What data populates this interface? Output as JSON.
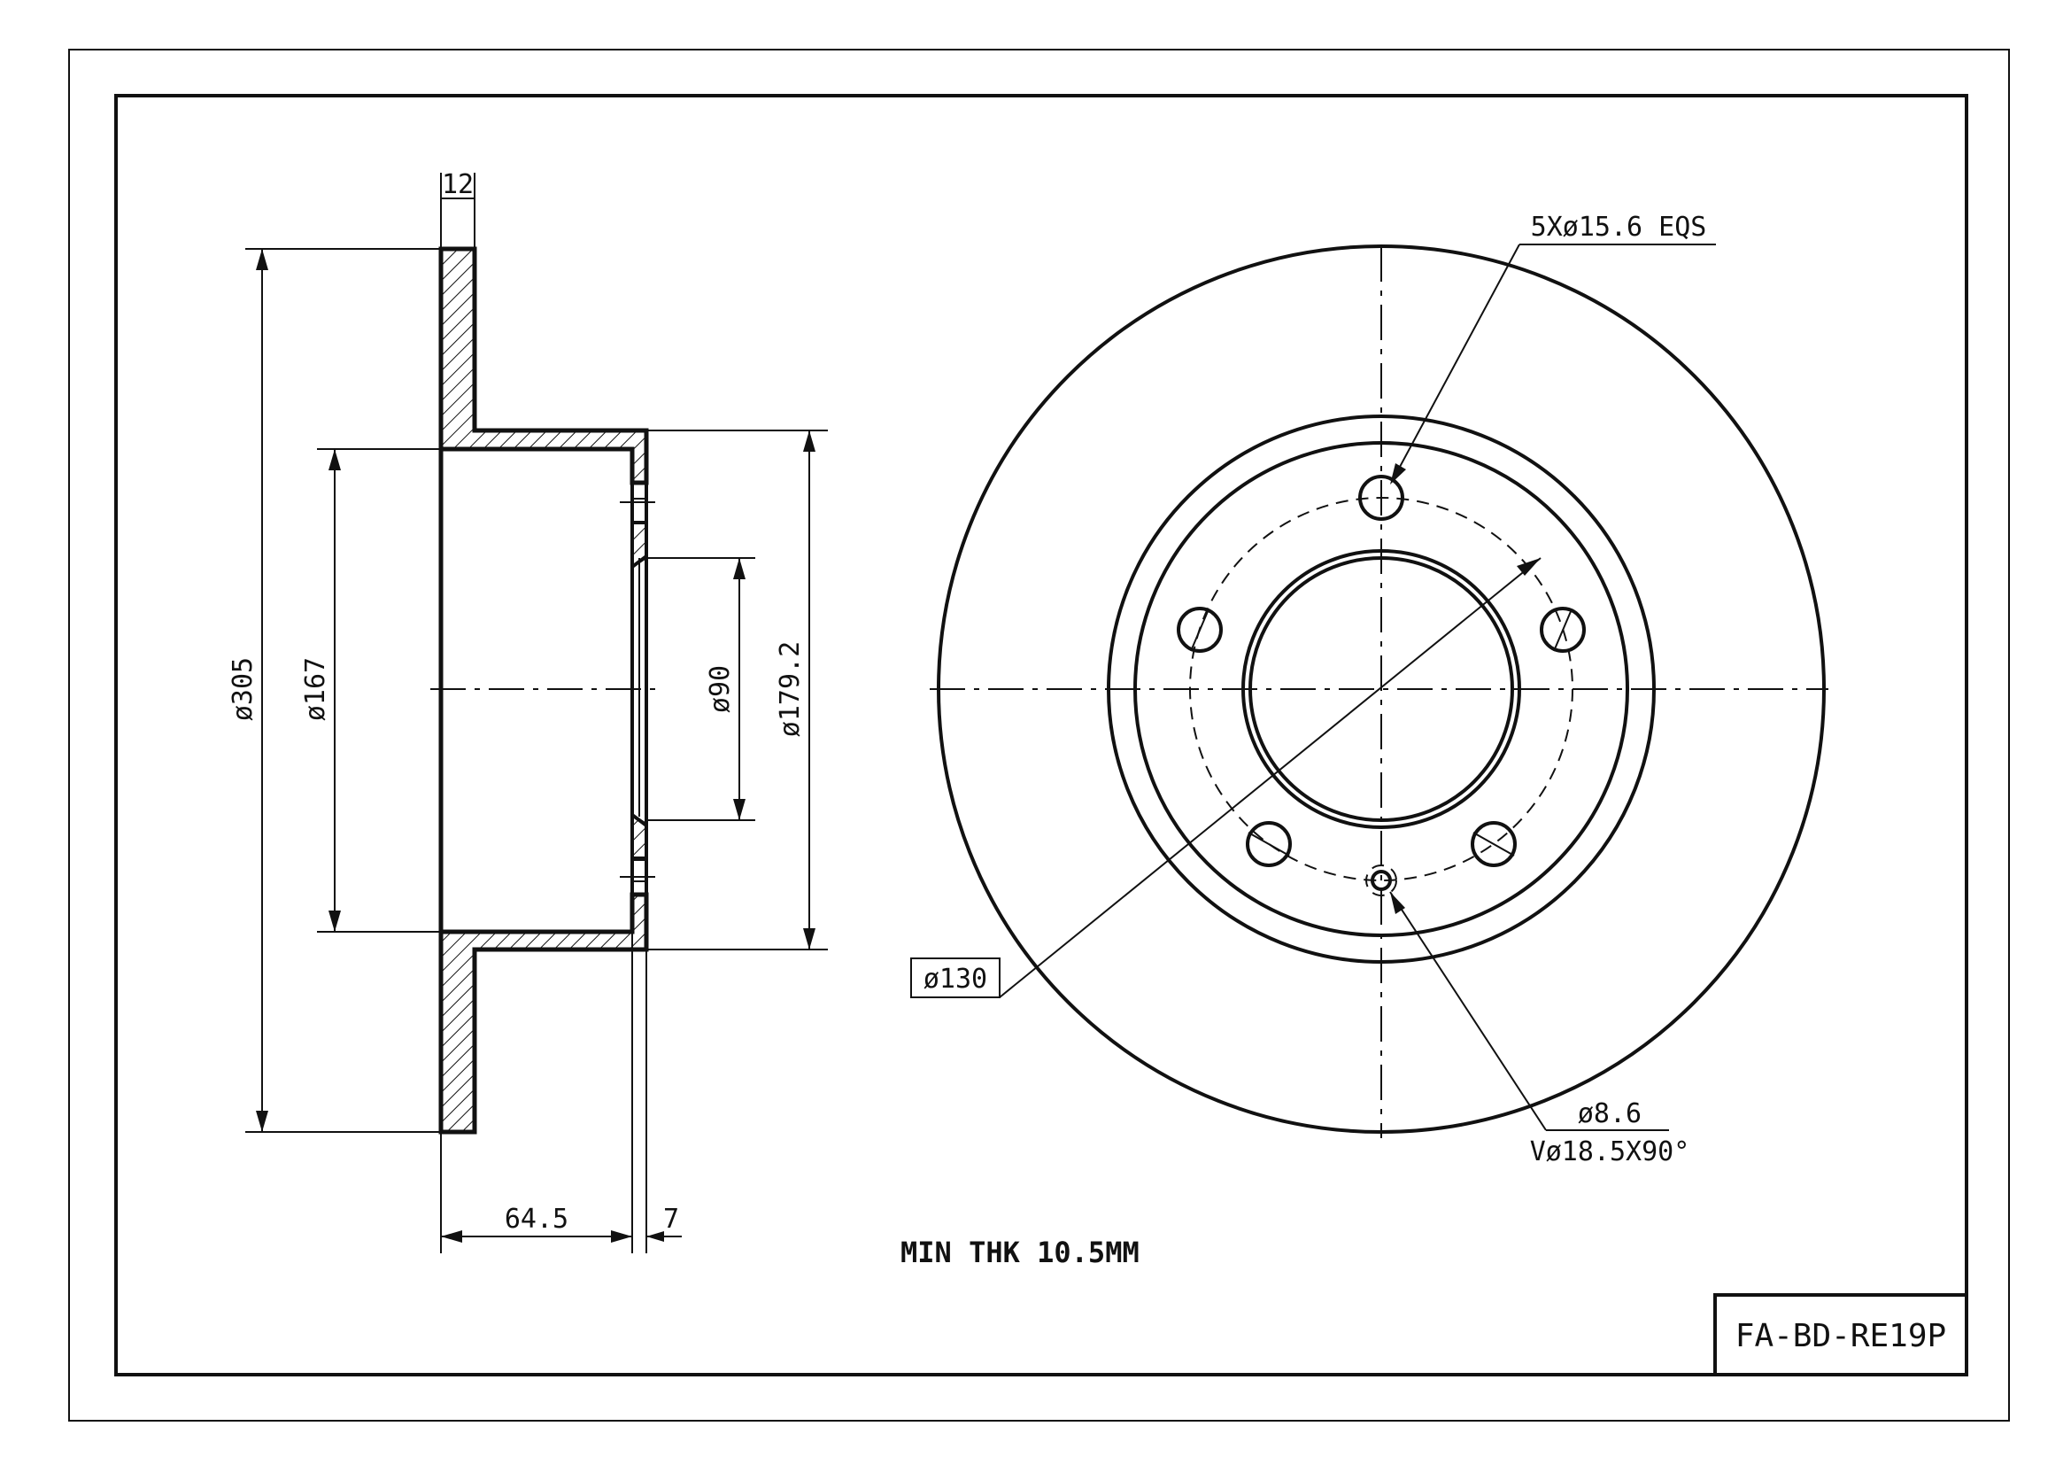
{
  "drawing": {
    "part_number": "FA-BD-RE19P",
    "note": "MIN THK 10.5MM",
    "colors": {
      "line": "#111111",
      "paper": "#ffffff"
    }
  },
  "section_view": {
    "dims": {
      "hat_thickness": "12",
      "outer_diameter": "ø305",
      "hat_inner_diameter": "ø167",
      "center_bore": "ø90",
      "hat_outer_diameter": "ø179.2",
      "offset": "64.5",
      "flange_thickness": "7"
    }
  },
  "front_view": {
    "callouts": {
      "bolt_holes": "5Xø15.6 EQS",
      "pcd": "ø130",
      "small_hole": "ø8.6",
      "countersink": "Vø18.5X90°"
    }
  }
}
